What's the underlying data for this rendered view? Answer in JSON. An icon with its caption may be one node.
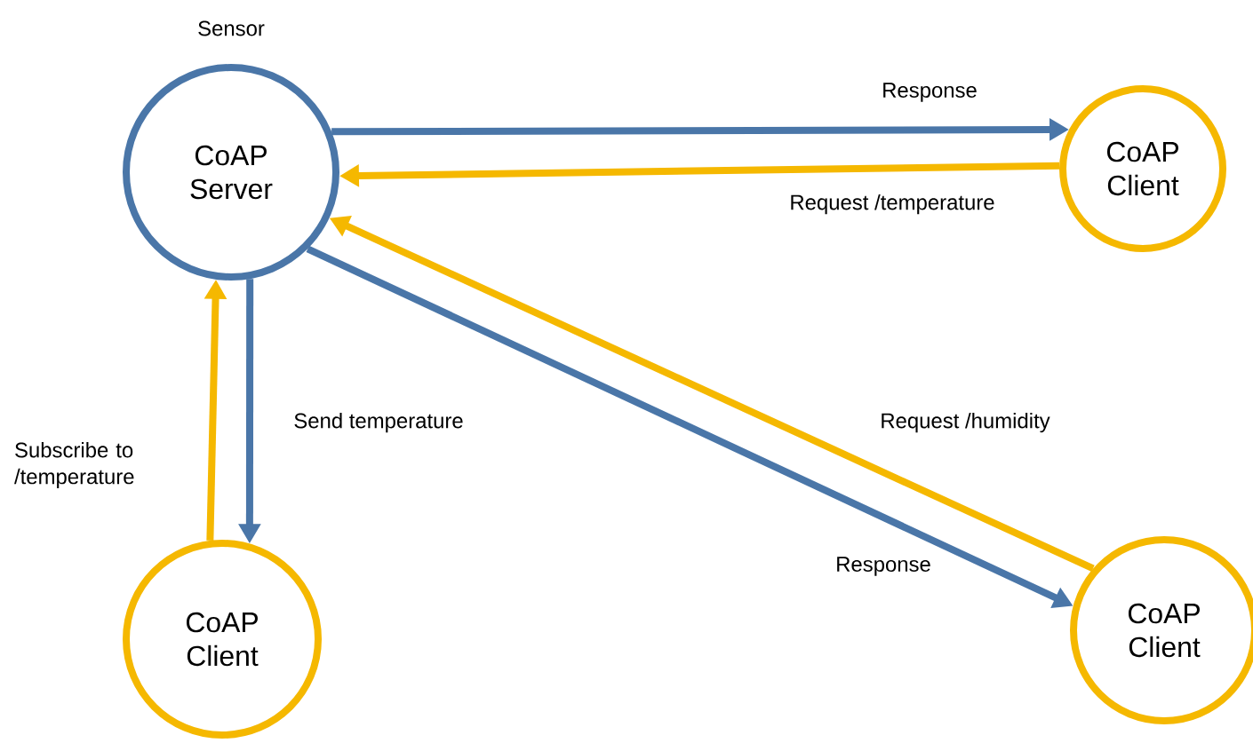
{
  "diagram": {
    "nodes": [
      {
        "text": [
          "CoAP Server"
        ],
        "beside": [
          "Sensor"
        ]
      },
      {
        "text": [
          "CoAP Client"
        ]
      },
      {
        "text": [
          "CoAP Client"
        ]
      },
      {
        "text": [
          "CoAP Client"
        ]
      }
    ],
    "edges": [
      {
        "from": 0,
        "to": 1,
        "arrow": "to",
        "label": "Response",
        "color": "#4a76a8"
      },
      {
        "from": 1,
        "to": 0,
        "arrow": "to",
        "label": "Request /temperature",
        "color": "#f5b800"
      },
      {
        "from": 0,
        "to": 2,
        "arrow": "to",
        "label": "Send temperature",
        "color": "#4a76a8"
      },
      {
        "from": 2,
        "to": 0,
        "arrow": "to",
        "label": "Subscribe to /temperature",
        "color": "#f5b800"
      },
      {
        "from": 3,
        "to": 0,
        "arrow": "to",
        "label": "Request /humidity",
        "color": "#f5b800"
      },
      {
        "from": 0,
        "to": 3,
        "arrow": "to",
        "label": "Response",
        "color": "#4a76a8"
      }
    ]
  }
}
